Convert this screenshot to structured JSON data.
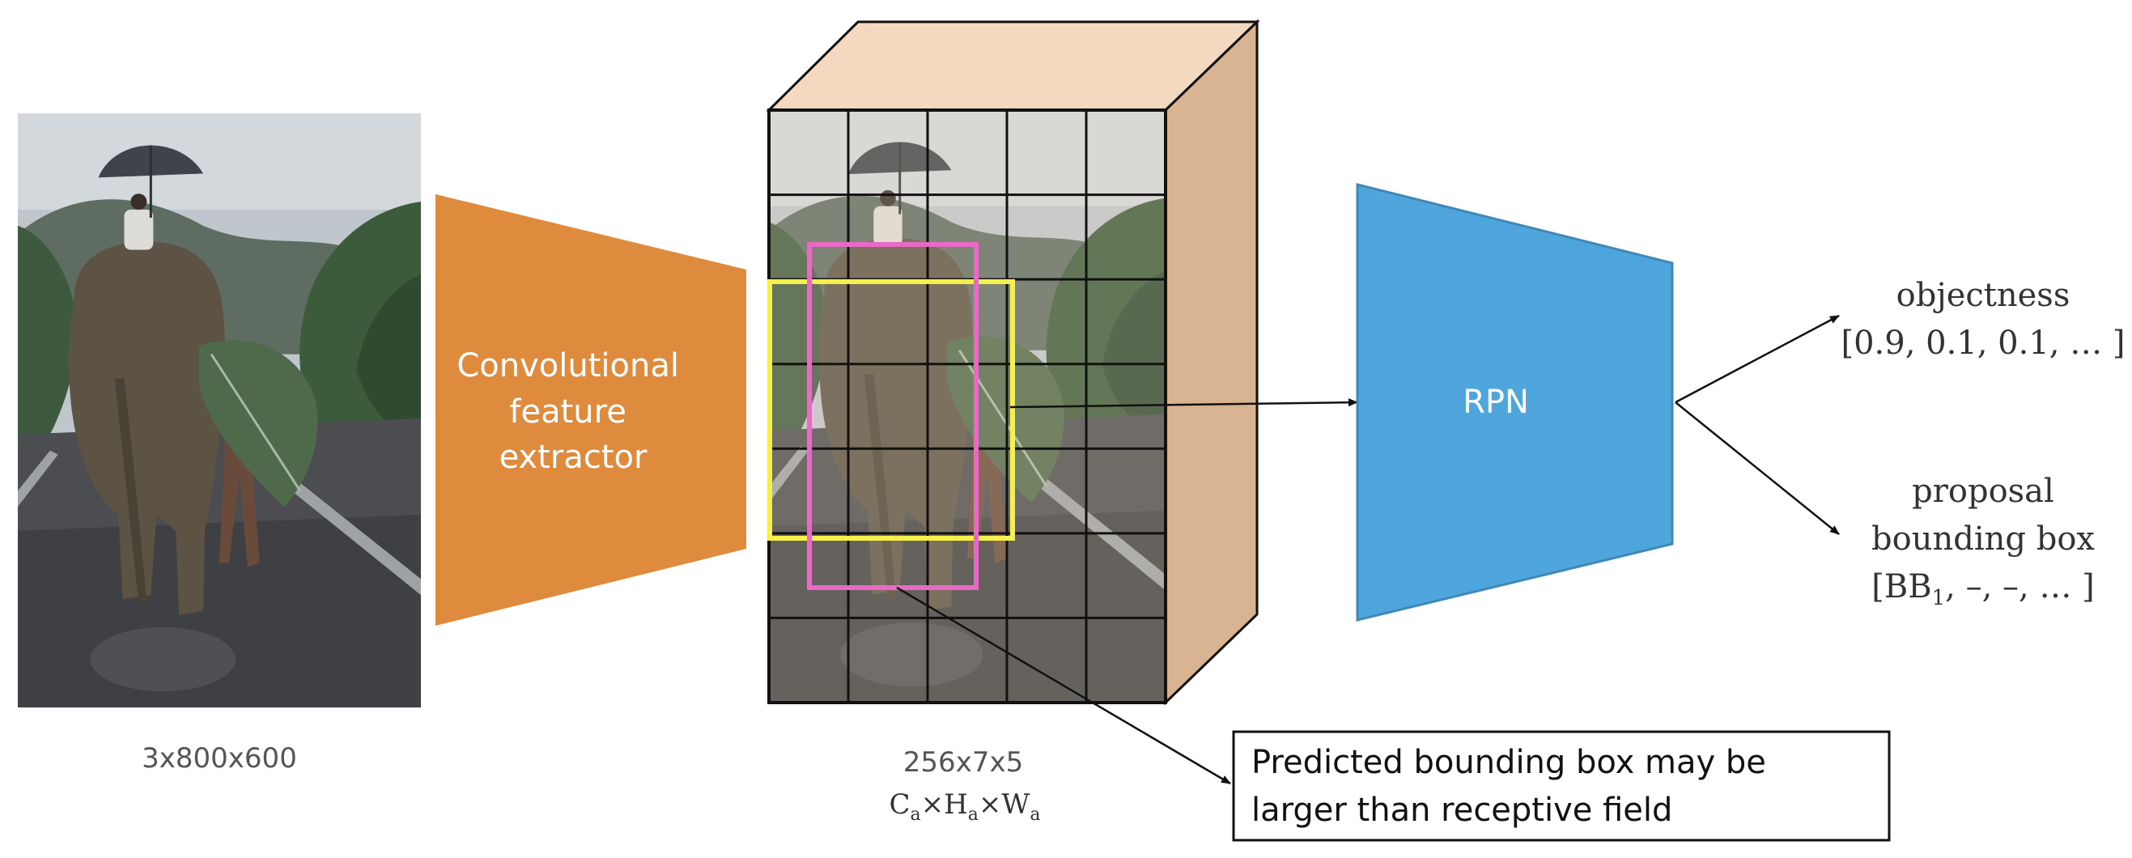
{
  "input_image": {
    "dimensions_label": "3x800x600",
    "description_icon": "elephant-photo"
  },
  "feature_extractor": {
    "label_lines": [
      "Convolutional",
      "feature",
      "extractor"
    ],
    "color": "#DE8B3E"
  },
  "feature_map": {
    "dimensions_label": "256x7x5",
    "formula": {
      "c": "C",
      "c_sub": "a",
      "x1": "×",
      "h": "H",
      "h_sub": "a",
      "x2": "×",
      "w": "W",
      "w_sub": "a"
    },
    "grid_rows": 7,
    "grid_cols": 5,
    "top_face_color": "#F3D9BF",
    "side_face_color": "#D8B493",
    "yellow_box_color": "#F5F04A",
    "pink_box_color": "#E86AC4"
  },
  "rpn": {
    "label": "RPN",
    "color": "#4EA6DC"
  },
  "outputs": {
    "objectness_title": "objectness",
    "objectness_values": "[0.9, 0.1, 0.1, … ]",
    "proposal_title_1": "proposal",
    "proposal_title_2": "bounding box",
    "proposal_open": "[BB",
    "proposal_sub": "1",
    "proposal_rest": ", –, –, … ]"
  },
  "callout": {
    "line1": "Predicted bounding box may be",
    "line2": "larger than receptive field"
  }
}
